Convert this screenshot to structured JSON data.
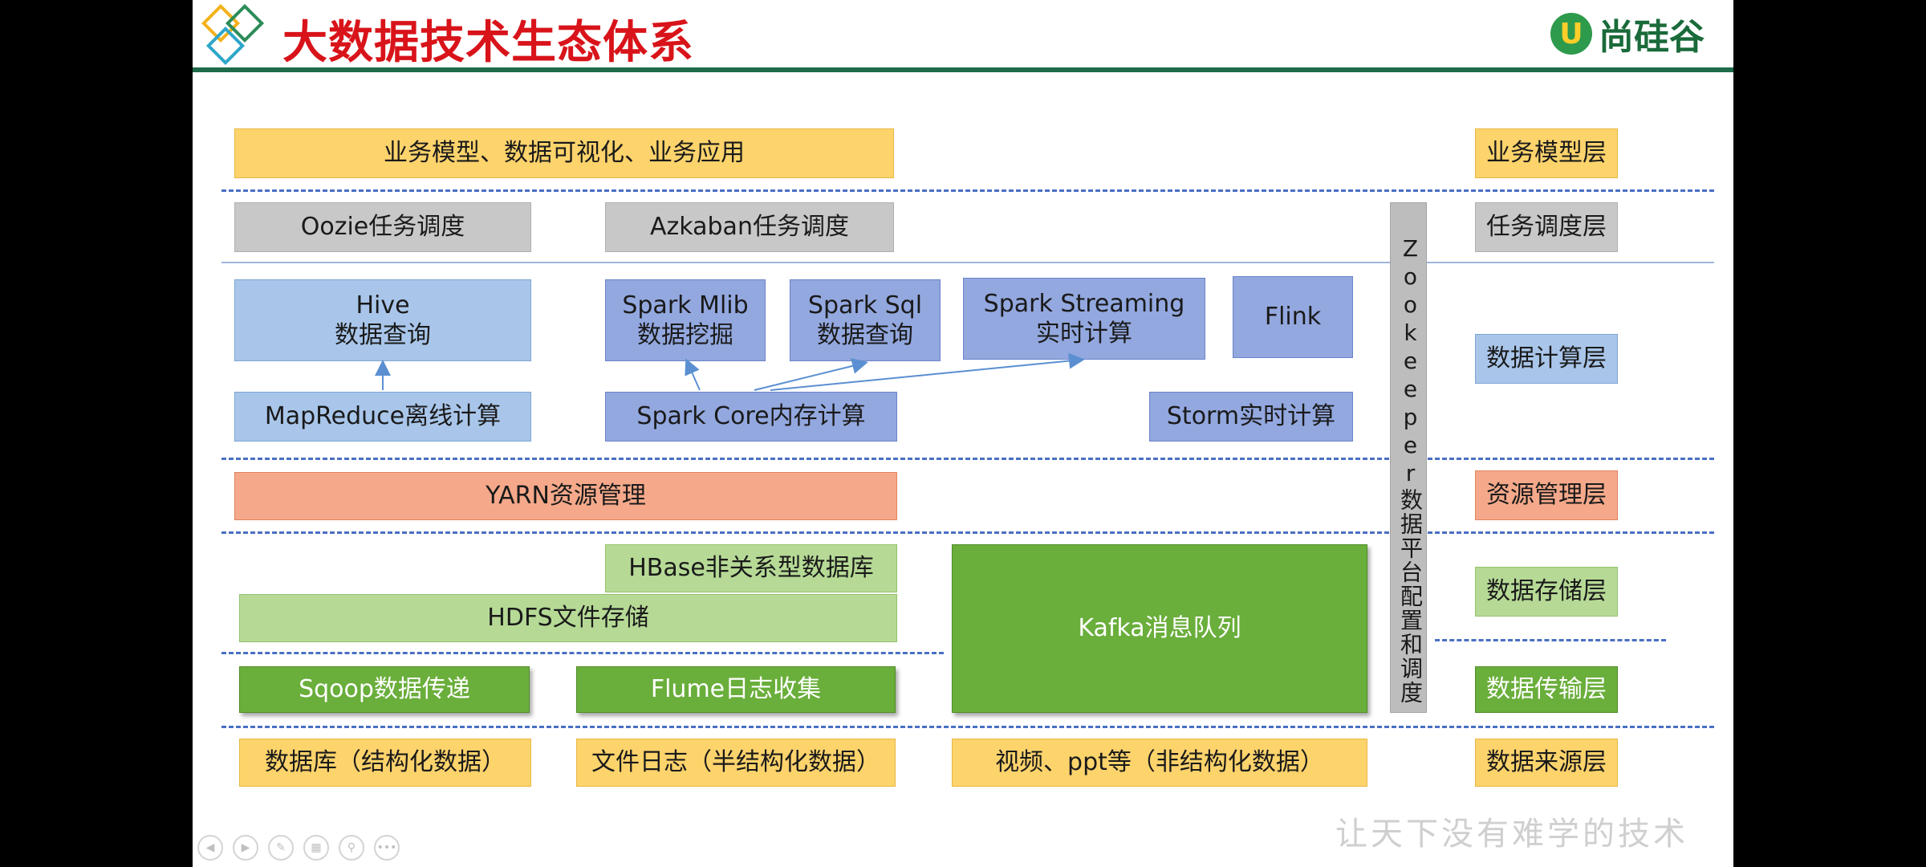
{
  "title": "大数据技术生态体系",
  "brand": "尚硅谷",
  "slogan": "让天下没有难学的技术",
  "rows": {
    "business": "业务模型、数据可视化、业务应用",
    "oozie": "Oozie任务调度",
    "azkaban": "Azkaban任务调度",
    "hive": "Hive\n数据查询",
    "mapreduce": "MapReduce离线计算",
    "spark_mlib": "Spark Mlib\n数据挖掘",
    "spark_sql": "Spark Sql\n数据查询",
    "spark_streaming": "Spark Streaming\n实时计算",
    "flink": "Flink",
    "spark_core": "Spark Core内存计算",
    "storm": "Storm实时计算",
    "yarn": "YARN资源管理",
    "hbase": "HBase非关系型数据库",
    "hdfs": "HDFS文件存储",
    "kafka": "Kafka消息队列",
    "sqoop": "Sqoop数据传递",
    "flume": "Flume日志收集",
    "src_db": "数据库（结构化数据）",
    "src_log": "文件日志（半结构化数据）",
    "src_video": "视频、ppt等（非结构化数据）",
    "zookeeper": "Zookeeper数据平台配置和调度"
  },
  "layers": {
    "business": "业务模型层",
    "schedule": "任务调度层",
    "compute": "数据计算层",
    "resource": "资源管理层",
    "storage": "数据存储层",
    "transfer": "数据传输层",
    "source": "数据来源层"
  },
  "colors": {
    "title": "#d8141a",
    "header_line": "#1d6b4a",
    "dashed_lines": "#4a6fc3"
  }
}
